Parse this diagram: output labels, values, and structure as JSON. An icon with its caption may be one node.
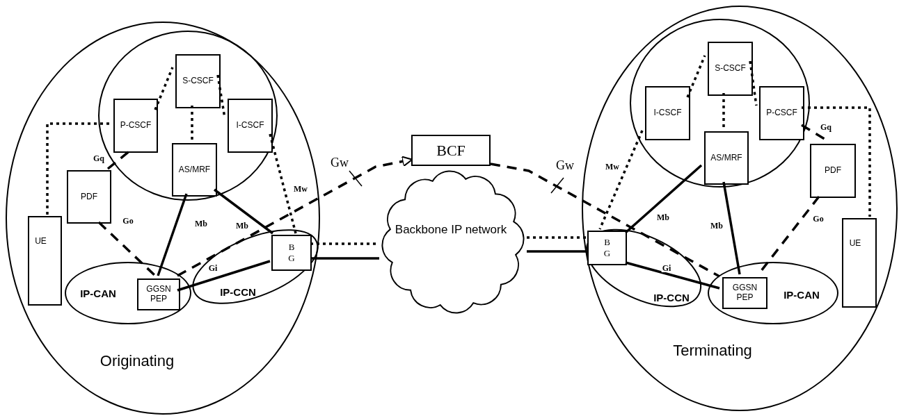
{
  "diagram": {
    "nodes": [
      {
        "text": [
          "Originating"
        ]
      },
      {
        "text": [],
        "shape": "circle",
        "in": 0
      },
      {
        "text": [
          "S-CSCF"
        ],
        "in": 1
      },
      {
        "text": [
          "P-CSCF"
        ],
        "in": 1
      },
      {
        "text": [
          "I-CSCF"
        ],
        "in": 1
      },
      {
        "text": [
          "AS/MRF"
        ],
        "in": 1
      },
      {
        "text": [
          "PDF"
        ],
        "in": 0
      },
      {
        "text": [
          "UE"
        ],
        "in": 0
      },
      {
        "text": [
          "IP-CAN"
        ],
        "in": 0
      },
      {
        "text": [
          "GGSN PEP"
        ],
        "in": 8
      },
      {
        "text": [
          "IP-CCN"
        ],
        "in": 0
      },
      {
        "text": [
          "B G"
        ],
        "in": 10
      },
      {
        "text": [
          "Backbone IP network"
        ]
      },
      {
        "text": [
          "BCF"
        ]
      },
      {
        "text": [
          "Terminating"
        ]
      },
      {
        "text": [],
        "shape": "circle",
        "in": 14
      },
      {
        "text": [
          "S-CSCF"
        ],
        "in": 15
      },
      {
        "text": [
          "I-CSCF"
        ],
        "in": 15
      },
      {
        "text": [
          "P-CSCF"
        ],
        "in": 15
      },
      {
        "text": [
          "AS/MRF"
        ],
        "in": 15
      },
      {
        "text": [
          "PDF"
        ],
        "in": 14
      },
      {
        "text": [
          "UE"
        ],
        "in": 14
      },
      {
        "text": [
          "IP-CCN"
        ],
        "in": 14
      },
      {
        "text": [
          "B G"
        ],
        "in": 22
      },
      {
        "text": [
          "IP-CAN"
        ],
        "in": 14
      },
      {
        "text": [
          "GGSN PEP"
        ],
        "in": 24
      }
    ],
    "edges": [
      {
        "from": 3,
        "to": 2,
        "arrow": "none",
        "style": "dashed"
      },
      {
        "from": 2,
        "to": 4,
        "arrow": "none",
        "style": "dashed"
      },
      {
        "from": 2,
        "to": 5,
        "arrow": "none",
        "style": "dashed"
      },
      {
        "from": 7,
        "to": 3,
        "arrow": "none",
        "style": "dashed"
      },
      {
        "from": 6,
        "to": 3,
        "arrow": "none",
        "style": "dashed",
        "label": "Gq"
      },
      {
        "from": 6,
        "to": 9,
        "arrow": "none",
        "style": "dashed",
        "label": "Go"
      },
      {
        "from": 5,
        "to": 9,
        "arrow": "none",
        "label": "Mb"
      },
      {
        "from": 5,
        "to": 11,
        "arrow": "none",
        "label": "Mb"
      },
      {
        "from": 4,
        "to": 11,
        "arrow": "none",
        "style": "dashed",
        "label": "Mw"
      },
      {
        "from": 9,
        "to": 11,
        "arrow": "none",
        "label": "Gi"
      },
      {
        "from": 9,
        "to": 13,
        "arrow": "to",
        "style": "dashed",
        "label": "Gw"
      },
      {
        "from": 11,
        "to": 12,
        "arrow": "none",
        "style": "dashed"
      },
      {
        "from": 11,
        "to": 12,
        "arrow": "none"
      },
      {
        "from": 13,
        "to": 25,
        "arrow": "none",
        "style": "dashed",
        "label": "Gw"
      },
      {
        "from": 12,
        "to": 23,
        "arrow": "none",
        "style": "dashed"
      },
      {
        "from": 12,
        "to": 23,
        "arrow": "none"
      },
      {
        "from": 17,
        "to": 16,
        "arrow": "none",
        "style": "dashed"
      },
      {
        "from": 16,
        "to": 18,
        "arrow": "none",
        "style": "dashed"
      },
      {
        "from": 16,
        "to": 19,
        "arrow": "none",
        "style": "dashed"
      },
      {
        "from": 17,
        "to": 23,
        "arrow": "none",
        "style": "dashed",
        "label": "Mw"
      },
      {
        "from": 19,
        "to": 23,
        "arrow": "none",
        "label": "Mb"
      },
      {
        "from": 19,
        "to": 25,
        "arrow": "none",
        "label": "Mb"
      },
      {
        "from": 23,
        "to": 25,
        "arrow": "none",
        "label": "Gi"
      },
      {
        "from": 18,
        "to": 20,
        "arrow": "none",
        "style": "dashed",
        "label": "Gq"
      },
      {
        "from": 20,
        "to": 25,
        "arrow": "none",
        "style": "dashed",
        "label": "Go"
      },
      {
        "from": 18,
        "to": 21,
        "arrow": "none",
        "style": "dashed"
      }
    ]
  }
}
